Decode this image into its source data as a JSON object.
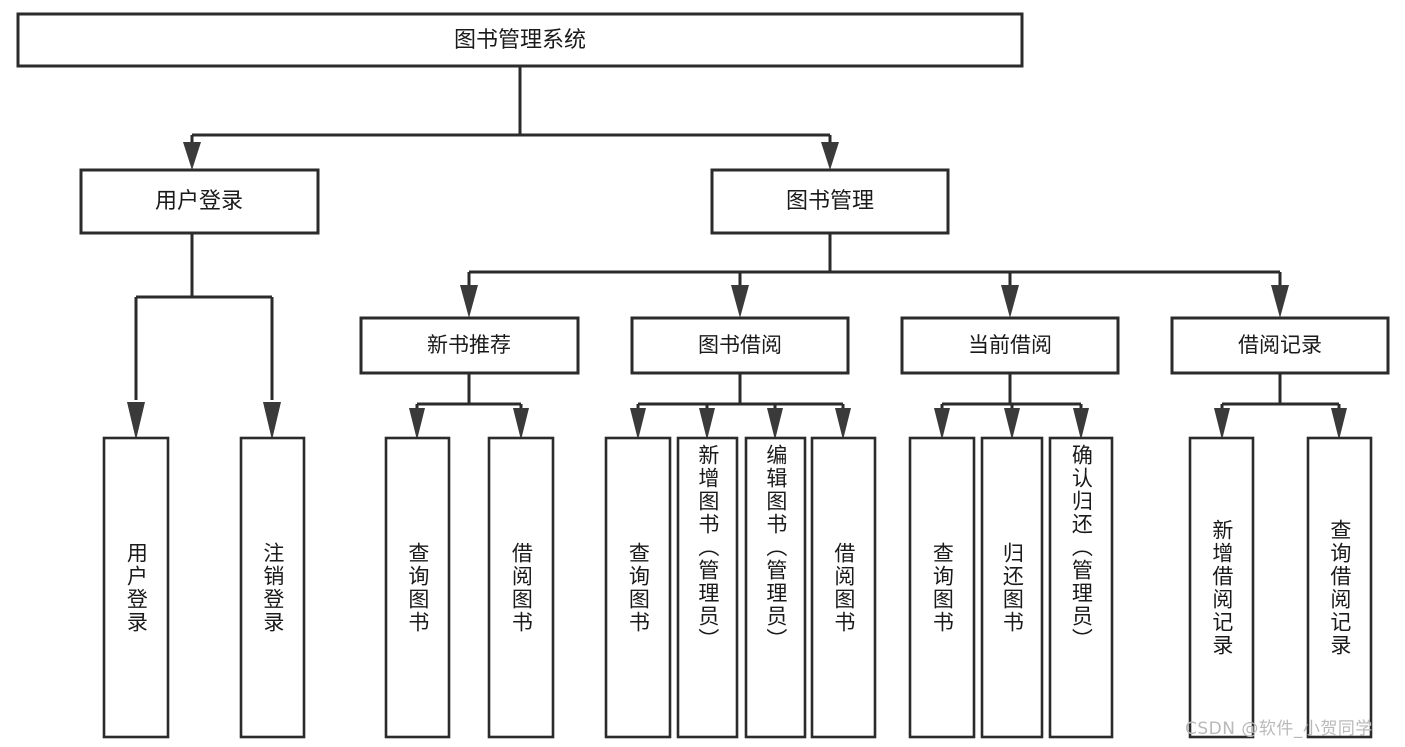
{
  "diagram": {
    "title": "图书管理系统",
    "type": "tree-hierarchy",
    "root": {
      "id": "root",
      "label": "图书管理系统"
    },
    "level2": [
      {
        "id": "user-login",
        "label": "用户登录"
      },
      {
        "id": "book-manage",
        "label": "图书管理"
      }
    ],
    "level3": [
      {
        "id": "new-book-recommend",
        "label": "新书推荐",
        "parent": "book-manage"
      },
      {
        "id": "book-borrow",
        "label": "图书借阅",
        "parent": "book-manage"
      },
      {
        "id": "current-borrow",
        "label": "当前借阅",
        "parent": "book-manage"
      },
      {
        "id": "borrow-record",
        "label": "借阅记录",
        "parent": "book-manage"
      }
    ],
    "leaves": [
      {
        "id": "leaf-user-login",
        "label": "用户登录",
        "parent": "user-login"
      },
      {
        "id": "leaf-user-logout",
        "label": "注销登录",
        "parent": "user-login"
      },
      {
        "id": "leaf-query-book-1",
        "label": "查询图书",
        "parent": "new-book-recommend"
      },
      {
        "id": "leaf-borrow-book-1",
        "label": "借阅图书",
        "parent": "new-book-recommend"
      },
      {
        "id": "leaf-query-book-2",
        "label": "查询图书",
        "parent": "book-borrow"
      },
      {
        "id": "leaf-add-book",
        "label": "新增图书（管理员）",
        "parent": "book-borrow"
      },
      {
        "id": "leaf-edit-book",
        "label": "编辑图书（管理员）",
        "parent": "book-borrow"
      },
      {
        "id": "leaf-borrow-book-2",
        "label": "借阅图书",
        "parent": "book-borrow"
      },
      {
        "id": "leaf-query-book-3",
        "label": "查询图书",
        "parent": "current-borrow"
      },
      {
        "id": "leaf-return-book",
        "label": "归还图书",
        "parent": "current-borrow"
      },
      {
        "id": "leaf-confirm-return",
        "label": "确认归还（管理员）",
        "parent": "current-borrow"
      },
      {
        "id": "leaf-add-record",
        "label": "新增借阅记录",
        "parent": "borrow-record"
      },
      {
        "id": "leaf-query-record",
        "label": "查询借阅记录",
        "parent": "borrow-record"
      }
    ]
  },
  "watermark": {
    "text": "CSDN @软件_小贺同学"
  },
  "colors": {
    "background": "#ffffff",
    "stroke": "#2b2b2b",
    "arrow": "#3a3a3a",
    "text": "#1a1a1a",
    "watermark": "#b9b9b9"
  }
}
